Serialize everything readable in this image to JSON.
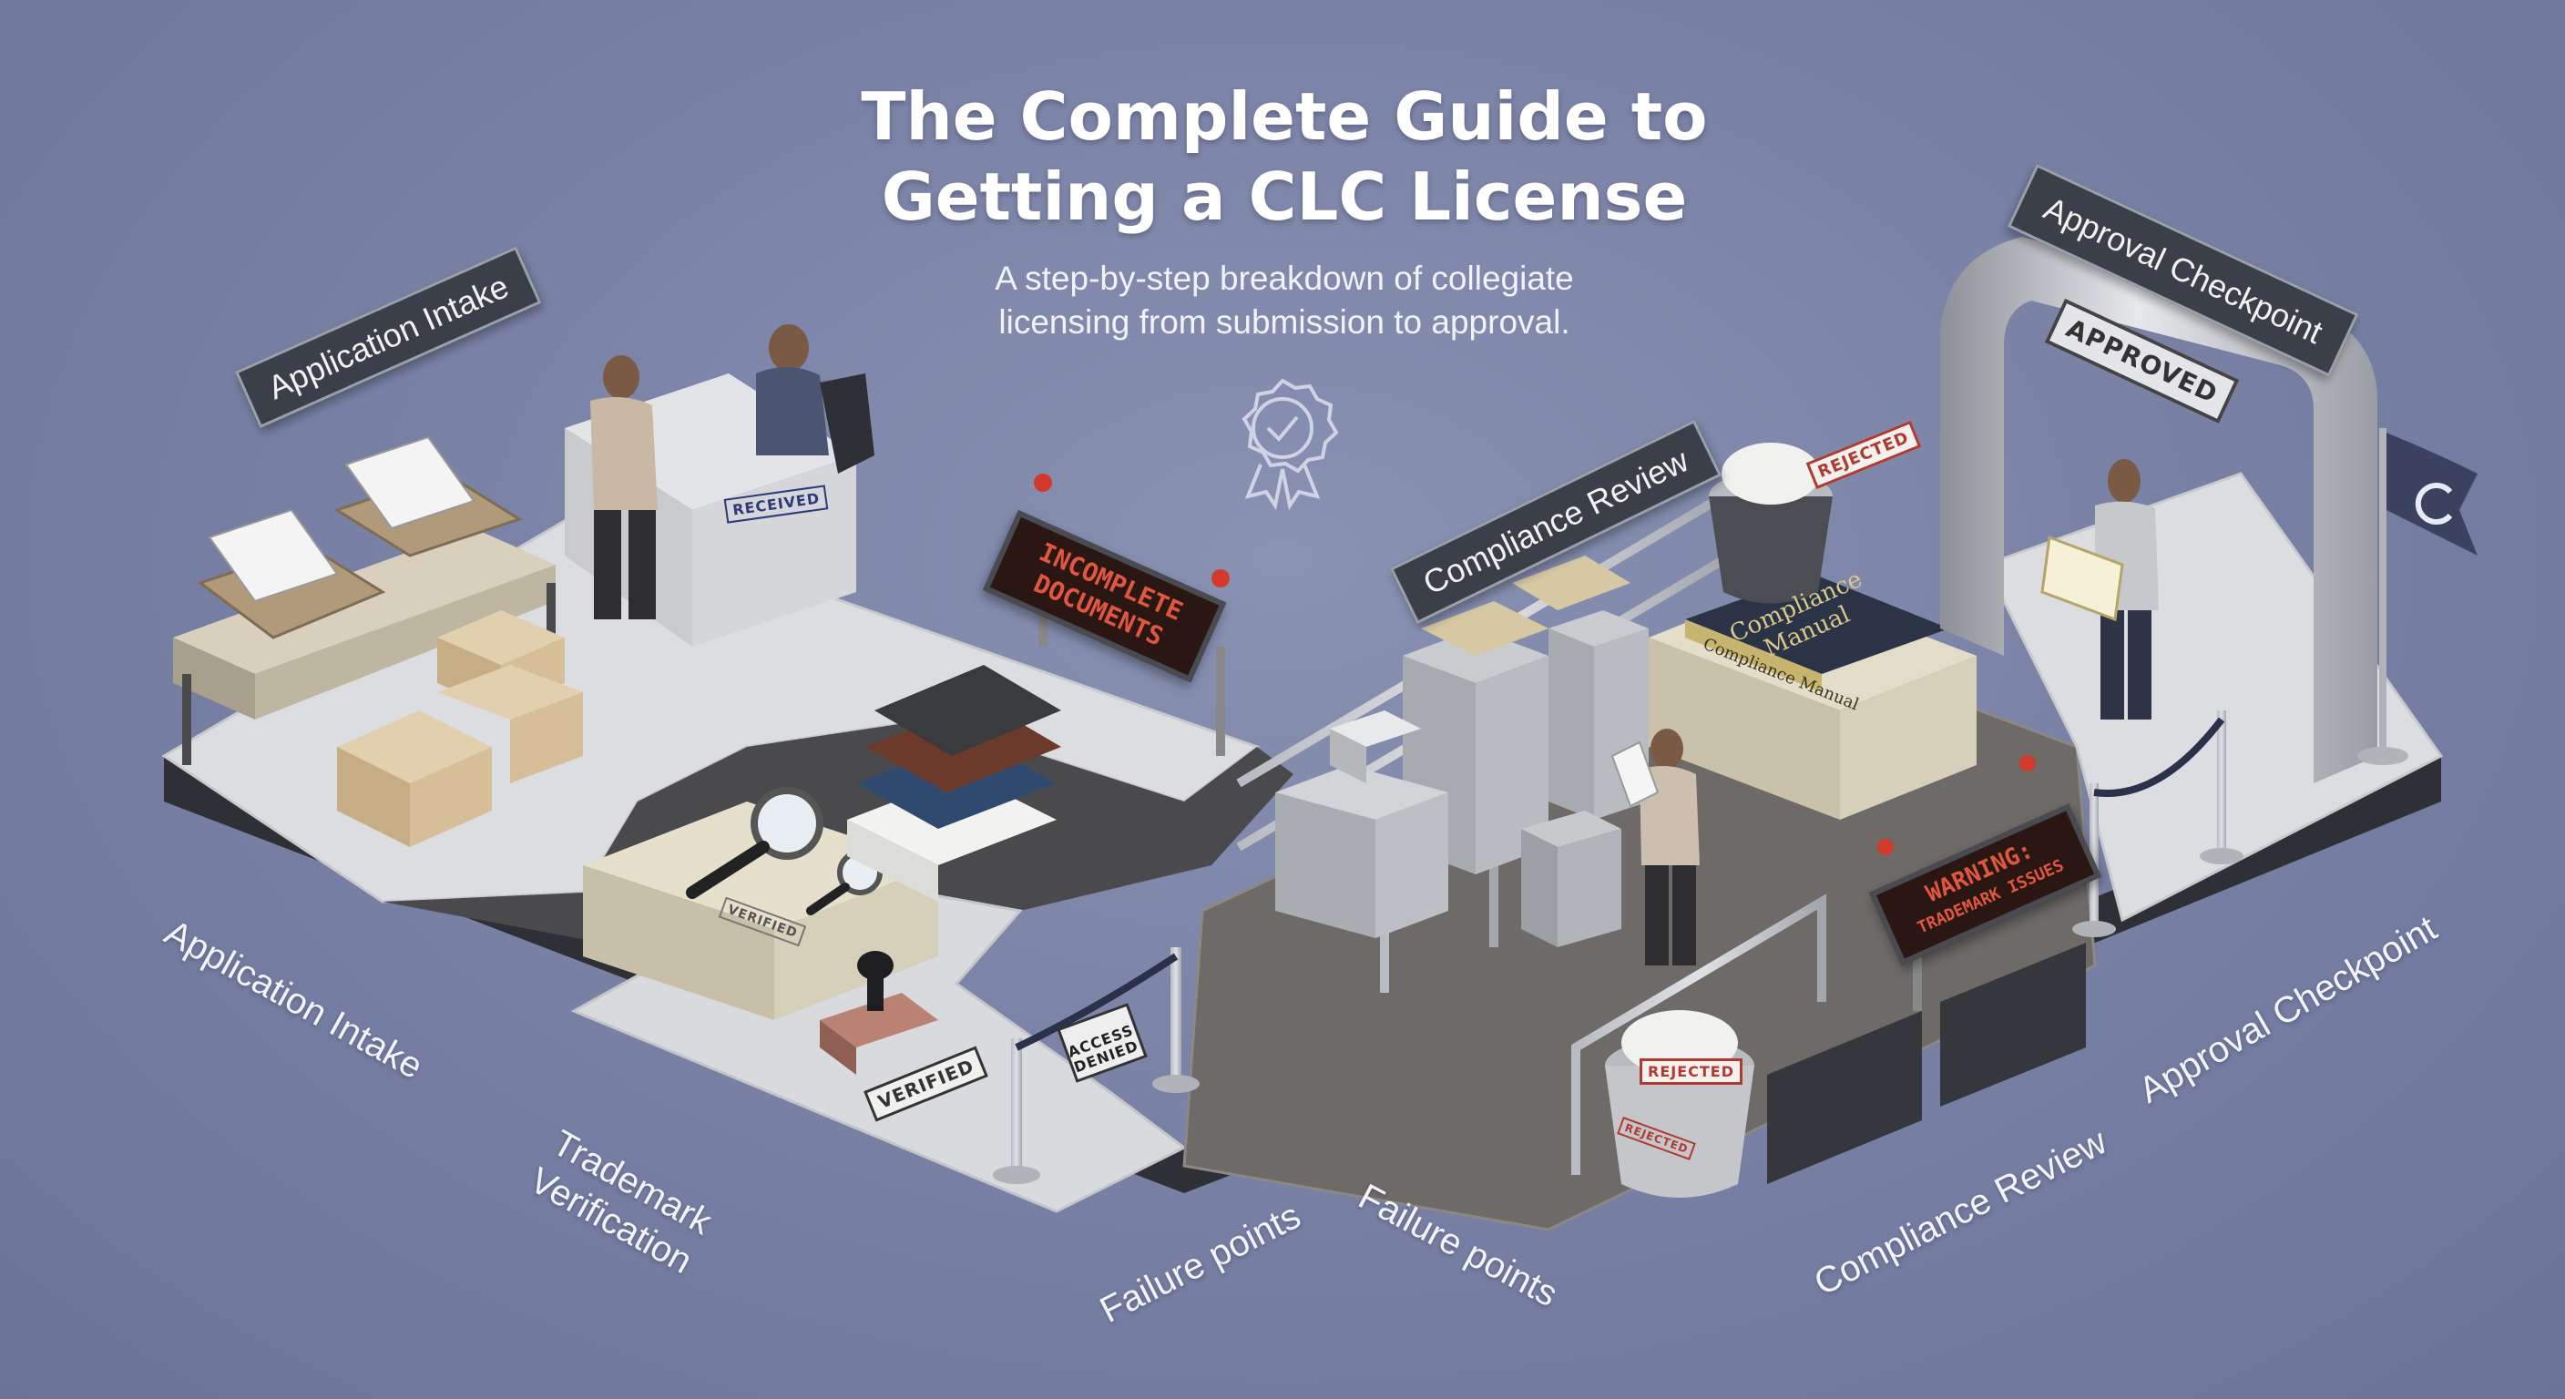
{
  "header": {
    "title_line1": "The Complete Guide to",
    "title_line2": "Getting a CLC License",
    "subtitle_line1": "A step-by-step breakdown of collegiate",
    "subtitle_line2": "licensing from submission to approval."
  },
  "signs": {
    "application_intake": "Application Intake",
    "compliance_review": "Compliance Review",
    "approval_checkpoint": "Approval Checkpoint"
  },
  "floor_labels": {
    "application_intake": "Application Intake",
    "trademark_line1": "Trademark",
    "trademark_line2": "Verification",
    "failure_left": "Failure points",
    "failure_right": "Failure points",
    "compliance_review": "Compliance Review",
    "approval_checkpoint": "Approval Checkpoint"
  },
  "led_signs": {
    "incomplete_line1": "INCOMPLETE",
    "incomplete_line2": "DOCUMENTS",
    "warning_line1": "WARNING:",
    "warning_line2": "TRADEMARK ISSUES"
  },
  "stamps": {
    "received": "RECEIVED",
    "verified": "VERIFIED",
    "verified_block": "VERIFIED",
    "access_denied_line1": "ACCESS",
    "access_denied_line2": "DENIED",
    "approved": "APPROVED",
    "rejected_top": "REJECTED",
    "rejected_bottom": "REJECTED",
    "rejected_bin": "REJECTED"
  },
  "manual": {
    "cover_line1": "Compliance",
    "cover_line2": "Manual",
    "spine": "Compliance Manual"
  },
  "icons": [
    "award-badge-icon",
    "clc-flag-icon",
    "magnifying-glass-icon",
    "rubber-stamp-icon",
    "warning-light-icon"
  ],
  "colors": {
    "background": "#7a82a6",
    "platform": "#d9dadd",
    "platform_side": "#3f4046",
    "path": "#4a4a4c",
    "sign": "#3b3f4a",
    "led_text": "#e0563e",
    "warning_light": "#d33a2c"
  }
}
